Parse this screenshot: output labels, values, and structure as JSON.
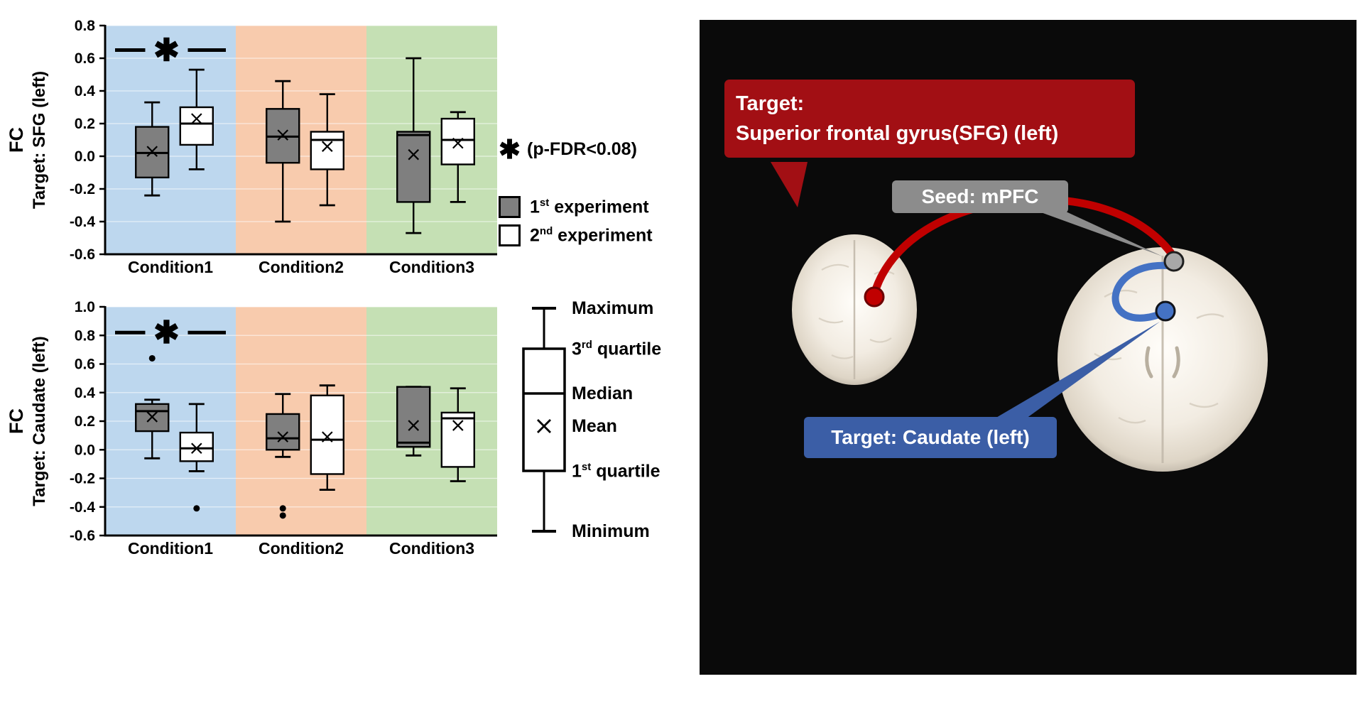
{
  "chart_data": [
    {
      "type": "box",
      "ylabel_line1": "FC",
      "ylabel_line2": "Target: SFG (left)",
      "ylim": [
        -0.6,
        0.8
      ],
      "ymin": -0.6,
      "ymax": 0.8,
      "ytick_step": 0.2,
      "categories": [
        "Condition1",
        "Condition2",
        "Condition3"
      ],
      "band_colors": [
        "#bdd7ee",
        "#f8cbad",
        "#c5e0b4"
      ],
      "significance": {
        "symbol": "✱",
        "y": 0.65,
        "condition_index": 0
      },
      "series": [
        {
          "name": "1st experiment",
          "fill": "#7f7f7f",
          "boxes": [
            {
              "low": -0.24,
              "q1": -0.13,
              "median": 0.02,
              "mean": 0.03,
              "q3": 0.18,
              "high": 0.33,
              "outliers": []
            },
            {
              "low": -0.4,
              "q1": -0.04,
              "median": 0.12,
              "mean": 0.13,
              "q3": 0.29,
              "high": 0.46,
              "outliers": []
            },
            {
              "low": -0.47,
              "q1": -0.28,
              "median": 0.13,
              "mean": 0.01,
              "q3": 0.15,
              "high": 0.6,
              "outliers": []
            }
          ]
        },
        {
          "name": "2nd experiment",
          "fill": "#ffffff",
          "boxes": [
            {
              "low": -0.08,
              "q1": 0.07,
              "median": 0.2,
              "mean": 0.23,
              "q3": 0.3,
              "high": 0.53,
              "outliers": []
            },
            {
              "low": -0.3,
              "q1": -0.08,
              "median": 0.1,
              "mean": 0.06,
              "q3": 0.15,
              "high": 0.38,
              "outliers": []
            },
            {
              "low": -0.28,
              "q1": -0.05,
              "median": 0.1,
              "mean": 0.08,
              "q3": 0.23,
              "high": 0.27,
              "outliers": []
            }
          ]
        }
      ]
    },
    {
      "type": "box",
      "ylabel_line1": "FC",
      "ylabel_line2": "Target: Caudate (left)",
      "ylim": [
        -0.6,
        1.0
      ],
      "ymin": -0.6,
      "ymax": 1.0,
      "ytick_step": 0.2,
      "categories": [
        "Condition1",
        "Condition2",
        "Condition3"
      ],
      "band_colors": [
        "#bdd7ee",
        "#f8cbad",
        "#c5e0b4"
      ],
      "significance": {
        "symbol": "✱",
        "y": 0.82,
        "condition_index": 0
      },
      "series": [
        {
          "name": "1st experiment",
          "fill": "#7f7f7f",
          "boxes": [
            {
              "low": -0.06,
              "q1": 0.13,
              "median": 0.27,
              "mean": 0.23,
              "q3": 0.32,
              "high": 0.35,
              "outliers": [
                0.64
              ]
            },
            {
              "low": -0.05,
              "q1": 0.0,
              "median": 0.08,
              "mean": 0.09,
              "q3": 0.25,
              "high": 0.39,
              "outliers": [
                -0.41,
                -0.46
              ]
            },
            {
              "low": -0.04,
              "q1": 0.02,
              "median": 0.05,
              "mean": 0.17,
              "q3": 0.44,
              "high": 0.44,
              "outliers": []
            }
          ]
        },
        {
          "name": "2nd experiment",
          "fill": "#ffffff",
          "boxes": [
            {
              "low": -0.15,
              "q1": -0.08,
              "median": 0.01,
              "mean": 0.01,
              "q3": 0.12,
              "high": 0.32,
              "outliers": [
                -0.41
              ]
            },
            {
              "low": -0.28,
              "q1": -0.17,
              "median": 0.07,
              "mean": 0.09,
              "q3": 0.38,
              "high": 0.45,
              "outliers": []
            },
            {
              "low": -0.22,
              "q1": -0.12,
              "median": 0.22,
              "mean": 0.17,
              "q3": 0.26,
              "high": 0.43,
              "outliers": []
            }
          ]
        }
      ]
    }
  ],
  "legend": {
    "sig_note": {
      "asterisk": "✱",
      "text": "(p-FDR<0.08)"
    },
    "experiments": [
      {
        "num": "1",
        "sup": "st",
        "rest": " experiment",
        "fill": "#7f7f7f"
      },
      {
        "num": "2",
        "sup": "nd",
        "rest": " experiment",
        "fill": "#ffffff"
      }
    ],
    "anatomy": {
      "maximum": "Maximum",
      "q3_num": "3",
      "q3_sup": "rd",
      "q3_rest": " quartile",
      "median": "Median",
      "mean": "Mean",
      "q1_num": "1",
      "q1_sup": "st",
      "q1_rest": " quartile",
      "minimum": "Minimum"
    }
  },
  "brain_panel": {
    "bg": "#0a0a0a",
    "target_sfg": {
      "line1": "Target:",
      "line2": "Superior frontal gyrus(SFG) (left)",
      "color": "#a20f14"
    },
    "seed": {
      "label": "Seed: mPFC",
      "color": "#8c8c8c"
    },
    "target_caudate": {
      "label": "Target: Caudate (left)",
      "color": "#3b5ea6"
    },
    "red_connection_color": "#c00000",
    "blue_connection_color": "#4472c4"
  }
}
